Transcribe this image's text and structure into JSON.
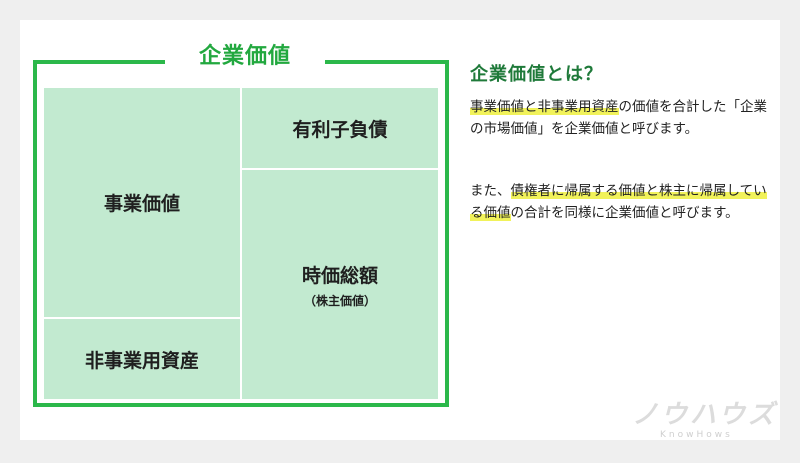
{
  "diagram": {
    "title": "企業価値",
    "cells": {
      "business_value": "事業価値",
      "non_business_assets": "非事業用資産",
      "interest_bearing_debt": "有利子負債",
      "market_cap": "時価総額",
      "market_cap_sub": "（株主価値）"
    }
  },
  "panel": {
    "heading": "企業価値とは？",
    "p1": {
      "hl1": "事業価値と非事業用資産",
      "t1": "の価値を合計した「企業の市場価値」を企業価値と呼びます。"
    },
    "p2": {
      "t1": "また、",
      "hl1": "債権者に帰属する価値と株主に帰属している価値",
      "t2": "の合計を同様に企業価値と呼びます。"
    }
  },
  "logo": {
    "mark": "ノウハウズ",
    "sub": "KnowHows"
  },
  "colors": {
    "accent": "#2bb84a",
    "cell_fill": "#c2ead0",
    "highlight": "#f1f25a"
  }
}
